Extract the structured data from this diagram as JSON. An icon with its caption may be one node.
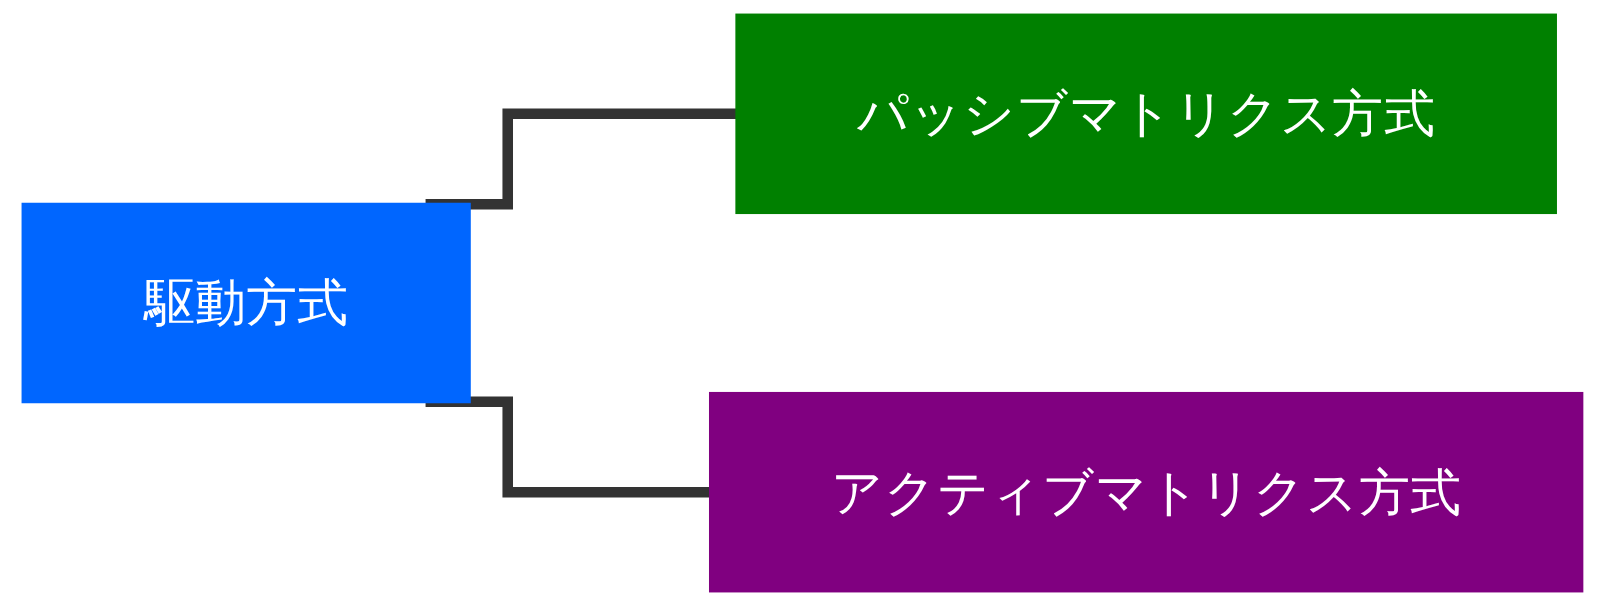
{
  "diagram": {
    "nodes": [
      {
        "text": [
          "駆動方式"
        ]
      },
      {
        "text": [
          "パッシブマトリクス方式"
        ]
      },
      {
        "text": [
          "アクティブマトリクス方式"
        ]
      }
    ],
    "edges": [
      {
        "from": 0,
        "to": 1,
        "arrow": "none"
      },
      {
        "from": 0,
        "to": 2,
        "arrow": "none"
      }
    ]
  }
}
